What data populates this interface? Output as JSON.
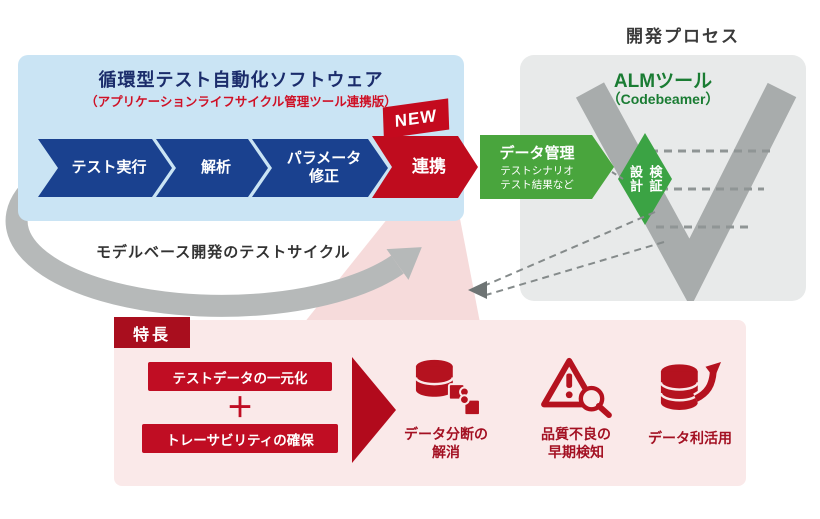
{
  "header": {
    "process_label": "開発プロセス"
  },
  "software": {
    "title": "循環型テスト自動化ソフトウェア",
    "subtitle": "（アプリケーションライフサイクル管理ツール連携版）",
    "steps": [
      {
        "label": "テスト実行"
      },
      {
        "label": "解析"
      },
      {
        "label": "パラメータ\n修正"
      }
    ],
    "cycle_label": "モデルベース開発のテストサイクル"
  },
  "link": {
    "badge": "NEW",
    "label": "連携"
  },
  "data_management": {
    "title": "データ管理",
    "sub": "テストシナリオ\nテスト結果など"
  },
  "alm": {
    "title": "ALMツール",
    "subtitle": "（Codebeamer）",
    "verification": "設計\n検証"
  },
  "features": {
    "badge": "特長",
    "item1": "テストデータの一元化",
    "plus": "＋",
    "item2": "トレーサビリティの確保",
    "benefits": [
      {
        "icon": "data-fragmentation-icon",
        "label": "データ分断の\n解消"
      },
      {
        "icon": "quality-detection-icon",
        "label": "品質不良の\n早期検知"
      },
      {
        "icon": "data-utilization-icon",
        "label": "データ利活用"
      }
    ]
  },
  "colors": {
    "navy": "#1a418f",
    "light_blue": "#cae4f4",
    "red": "#c00d23",
    "green": "#49a53d",
    "green_text": "#1a7c33",
    "pink": "#fae9e9",
    "gray": "#b6b9b9"
  }
}
